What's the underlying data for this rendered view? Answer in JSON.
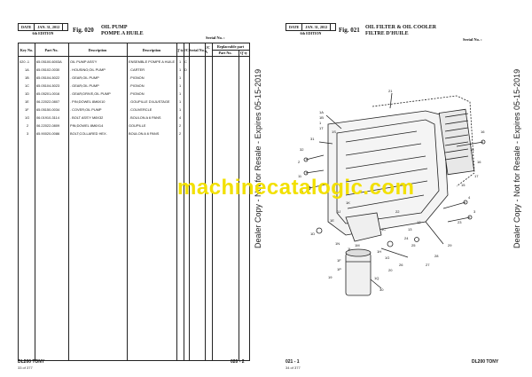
{
  "left": {
    "date_label": "DATE",
    "date_value": "JAN. 31, 2012",
    "edition": "6th EDITION",
    "fig_label": "Fig. 020",
    "title_en": "OIL PUMP",
    "title_fr": "POMPE A HUILE",
    "serial_label": "Serial No. :",
    "headers": {
      "key_no": "Key No.",
      "part_no": "Part No.",
      "description": "Description",
      "description_fr": "Description",
      "qty": "Q'ty",
      "ic": "I/C",
      "serial": "Serial No.",
      "ica": "I/C A",
      "replaceable": "Replaceable part",
      "rp_part": "Part No.",
      "rp_qty": "Q'ty"
    },
    "rows": [
      {
        "key": "020 -1",
        "part": "65.05100-6003A",
        "desc": "OIL PUMP ASS'Y",
        "desc_fr": "ENSEMBLE POMPE A HUILE",
        "qty": "1",
        "ic": "C"
      },
      {
        "key": "1A",
        "part": "65.05102-0030",
        "desc": ". HOUSING;OIL PUMP",
        "desc_fr": ". CARTER",
        "qty": "1",
        "ic": "D"
      },
      {
        "key": "1B",
        "part": "65.05104-5022",
        "desc": ". GEAR;OIL PUMP",
        "desc_fr": ". PIGNON",
        "qty": "1",
        "ic": ""
      },
      {
        "key": "1C",
        "part": "65.05104-5023",
        "desc": ". GEAR;OIL PUMP",
        "desc_fr": ". PIGNON",
        "qty": "1",
        "ic": ""
      },
      {
        "key": "1D",
        "part": "65.05201-0016",
        "desc": ". GEAR;DRIVE,OIL PUMP",
        "desc_fr": ". PIGNON",
        "qty": "1",
        "ic": ""
      },
      {
        "key": "1E",
        "part": "06.22022-0807",
        "desc": ". PIN;DOWEL 8M6X10",
        "desc_fr": ". GOUPILLE D'AJUSTAGE",
        "qty": "1",
        "ic": ""
      },
      {
        "key": "1F",
        "part": "65.05150-0034",
        "desc": ". COVER;OIL PUMP",
        "desc_fr": ". COUVERCLE",
        "qty": "1",
        "ic": ""
      },
      {
        "key": "1G",
        "part": "06.01910-3114",
        "desc": ". BOLT ASS'Y M8X32",
        "desc_fr": ". BOULON A 6 PANS",
        "qty": "4",
        "ic": ""
      },
      {
        "key": "2",
        "part": "06.22022-0809",
        "desc": "PIN;DOWEL 8M6X14",
        "desc_fr": "GOUPILLE",
        "qty": "2",
        "ic": ""
      },
      {
        "key": "3",
        "part": "65.90020-0086",
        "desc": "BOLT;COLLARED HEX.",
        "desc_fr": "BOULON A 6 PANS",
        "qty": "2",
        "ic": ""
      }
    ],
    "footer_model": "DL200 TONY",
    "footer_page": "020 - 2",
    "footer_sub": "33 of 377"
  },
  "right": {
    "date_label": "DATE",
    "date_value": "JAN. 31, 2012",
    "edition": "6th EDITION",
    "fig_label": "Fig. 021",
    "title_en": "OIL FILTER & OIL COOLER",
    "title_fr": "FILTRE D'HUILE",
    "serial_label": "Serial No. :",
    "footer_model": "DL200 TONY",
    "footer_page": "021 - 1",
    "footer_sub": "34 of 377",
    "callouts": [
      "1A",
      "1B",
      "1",
      "1T",
      "31",
      "32",
      "1S",
      "2",
      "11",
      "14",
      "21",
      "1K",
      "1J",
      "1E",
      "1D",
      "1N",
      "1C",
      "13",
      "12",
      "18",
      "17",
      "16",
      "15",
      "4",
      "3",
      "29",
      "28",
      "27",
      "1L",
      "1M",
      "1H",
      "1G",
      "1F",
      "1P",
      "1Q",
      "22",
      "24",
      "25",
      "26",
      "20",
      "19",
      "30",
      "23",
      "16"
    ]
  },
  "watermark": "machinecatalogic.com",
  "side_notice": "Dealer Copy - Not for Resale - Expires 05-15-2019",
  "colors": {
    "watermark": "#f2e000",
    "ink": "#111111"
  }
}
